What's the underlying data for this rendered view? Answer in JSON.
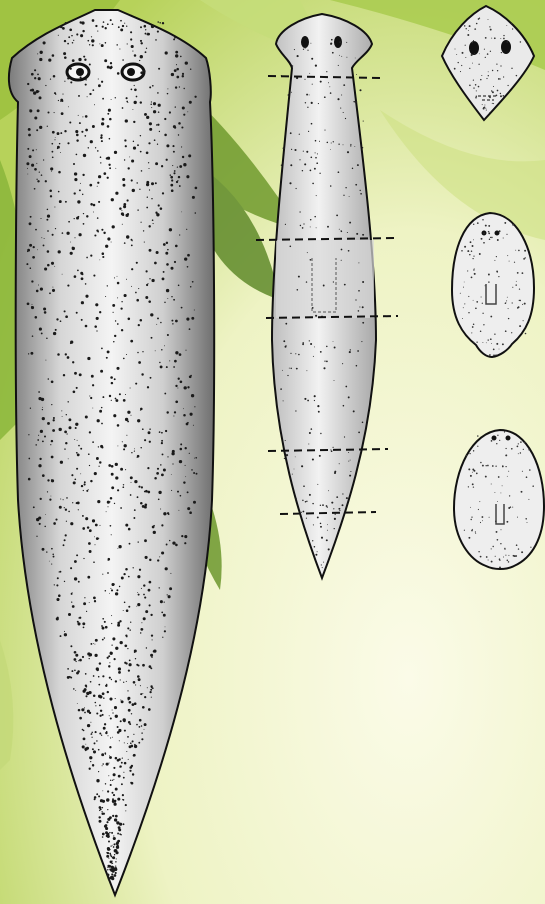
{
  "colors": {
    "background_light": "#f4f7d8",
    "background_green": "#a7c94a",
    "leaf_dark": "#5f8a2a",
    "body_fill": "#e4e4e4",
    "outline": "#111111",
    "speckle": "#222222"
  },
  "figures": [
    {
      "name": "whole-planarian",
      "eyes": 2,
      "cuts": 0
    },
    {
      "name": "cut-planarian",
      "eyes": 2,
      "cuts": 5
    },
    {
      "name": "regenerated-head-fragment",
      "eyes": 2
    },
    {
      "name": "regenerated-middle-fragment",
      "eyes": 2
    },
    {
      "name": "regenerated-tail-fragment",
      "eyes": 2
    }
  ]
}
